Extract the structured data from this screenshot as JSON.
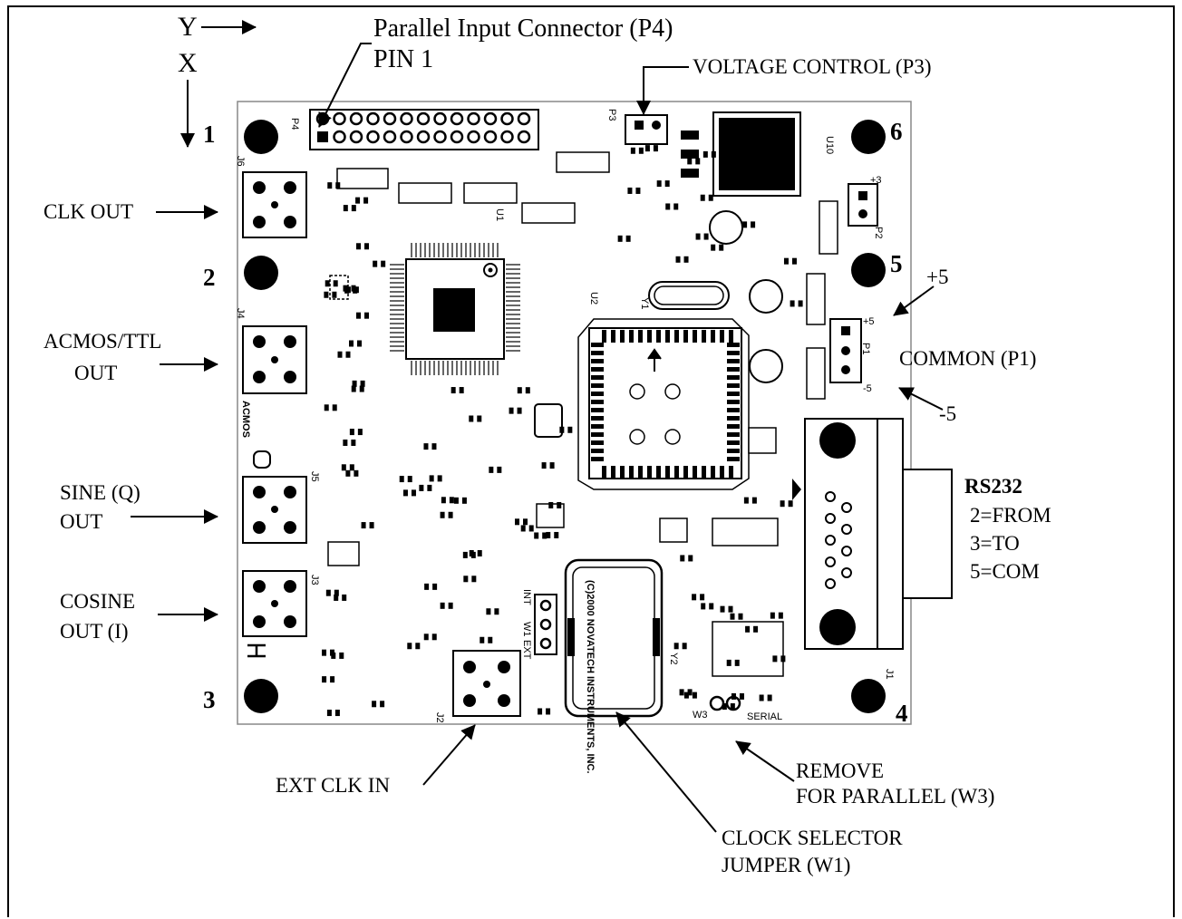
{
  "axes": {
    "y": "Y",
    "x": "X"
  },
  "callouts": {
    "parallel_connector": "Parallel Input Connector (P4)",
    "pin1": "PIN 1",
    "voltage_control": "VOLTAGE CONTROL (P3)",
    "clk_out": "CLK OUT",
    "acmos_line1": "ACMOS/TTL",
    "acmos_line2": "OUT",
    "sine_line1": "SINE (Q)",
    "sine_line2": "OUT",
    "cosine_line1": "COSINE",
    "cosine_line2": "OUT (I)",
    "ext_clk_in": "EXT CLK IN",
    "remove_line1": "REMOVE",
    "remove_line2": "FOR PARALLEL (W3)",
    "clock_selector_line1": "CLOCK SELECTOR",
    "clock_selector_line2": "JUMPER (W1)",
    "plus5": "+5",
    "common": "COMMON (P1)",
    "minus5": "-5",
    "rs232_title": "RS232",
    "rs232_l1": "2=FROM",
    "rs232_l2": "3=TO",
    "rs232_l3": "5=COM"
  },
  "corners": [
    "1",
    "2",
    "3",
    "4",
    "5",
    "6"
  ],
  "board": {
    "p4": "P4",
    "p3": "P3",
    "p2": "P2",
    "p1": "P1",
    "plus3": "+3",
    "plus5": "+5",
    "minus5": "-5",
    "u1": "U1",
    "u2": "U2",
    "u10": "U10",
    "y1": "Y1",
    "y2": "Y2",
    "j1": "J1",
    "j2": "J2",
    "j3": "J3",
    "j4": "J4",
    "j5": "J5",
    "j6": "J6",
    "acmos": "ACMOS",
    "copyright": "(C)2000 NOVATECH INSTRUMENTS, INC.",
    "int": "INT",
    "w1": "W1",
    "ext": "EXT",
    "w3": "W3",
    "serial": "SERIAL"
  }
}
